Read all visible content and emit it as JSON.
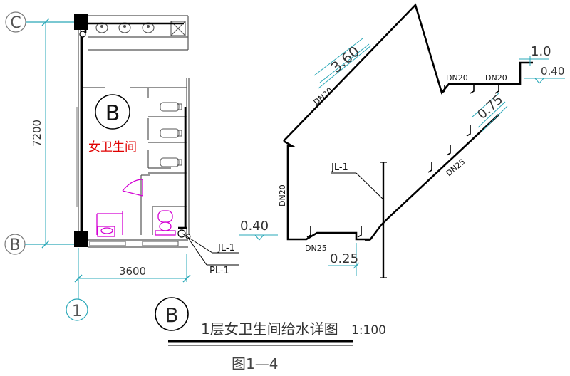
{
  "axes": {
    "row_c": "C",
    "row_b": "B",
    "col_1": "1"
  },
  "plan": {
    "room_id": "B",
    "room_name": "女卫生间",
    "dim_height": "7200",
    "dim_width": "3600",
    "label_jl": "JL-1",
    "label_pl": "PL-1"
  },
  "iso": {
    "len_360": "3.60",
    "len_10": "1.0",
    "len_075": "0.75",
    "len_025": "0.25",
    "elev_040_right": "0.40",
    "elev_040_left": "0.40",
    "dn20_top": "DN20",
    "dn20_a": "DN20",
    "dn20_b": "DN20",
    "dn20_left": "DN20",
    "dn25_right": "DN25",
    "dn25_bottom": "DN25",
    "riser": "JL-1"
  },
  "title": {
    "circle_id": "B",
    "text": "1层女卫生间给水详图",
    "scale": "1:100",
    "figure": "图1—4"
  },
  "colors": {
    "line": "#000000",
    "axis": "#2aa8b8",
    "fixture": "#d400d4",
    "room_text": "#e00000",
    "gray": "#7a7a7a"
  }
}
